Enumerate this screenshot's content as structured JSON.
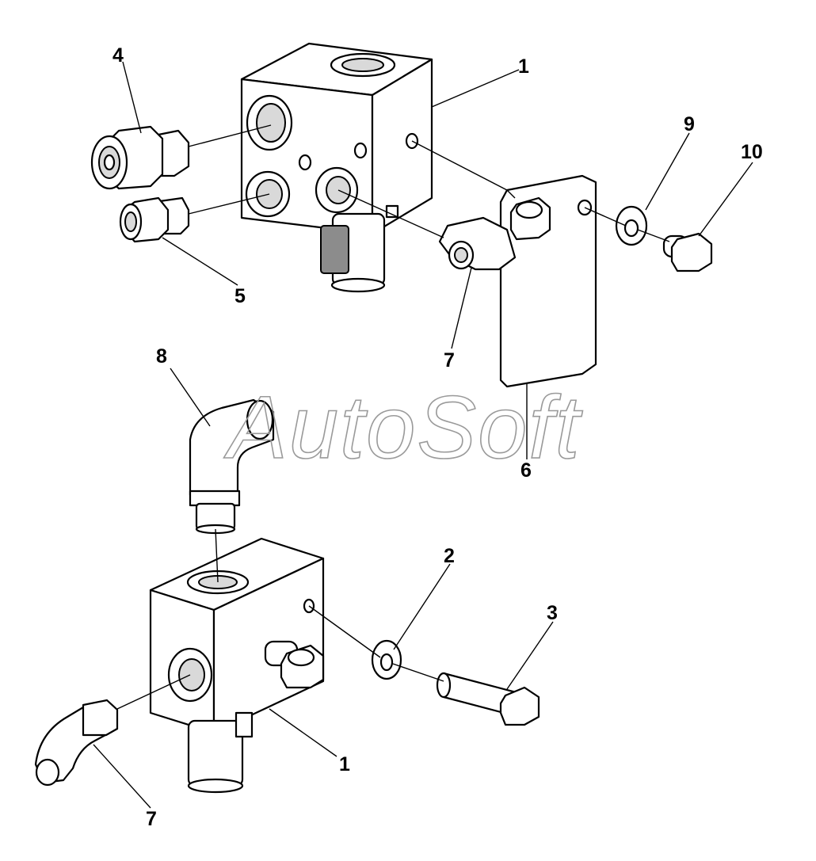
{
  "watermark": {
    "text": "AutoSoft"
  },
  "callouts": {
    "c1_top": "1",
    "c4": "4",
    "c5": "5",
    "c7_top": "7",
    "c9": "9",
    "c10": "10",
    "c8": "8",
    "c6": "6",
    "c2": "2",
    "c3": "3",
    "c1_bottom": "1",
    "c7_bottom": "7"
  }
}
